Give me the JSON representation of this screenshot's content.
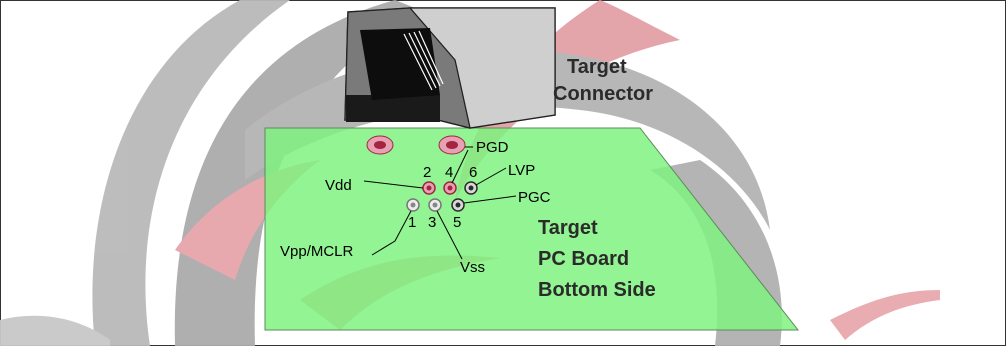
{
  "connector": {
    "title_line1": "Target",
    "title_line2": "Connector"
  },
  "board": {
    "title_line1": "Target",
    "title_line2": "PC Board",
    "title_line3": "Bottom Side"
  },
  "pins": {
    "vdd": "Vdd",
    "vpp_mclr": "Vpp/MCLR",
    "vss": "Vss",
    "pgd": "PGD",
    "pgc": "PGC",
    "lvp": "LVP",
    "num1": "1",
    "num2": "2",
    "num3": "3",
    "num4": "4",
    "num5": "5",
    "num6": "6"
  },
  "colors": {
    "board_fill": "#7ff27f",
    "board_stroke": "#5c8a5c",
    "swirl_gray": "#a9a9a9",
    "swirl_pink": "#e9a3a9",
    "pad_pink": "#e7a1b5",
    "pad_red": "#a3253f"
  }
}
